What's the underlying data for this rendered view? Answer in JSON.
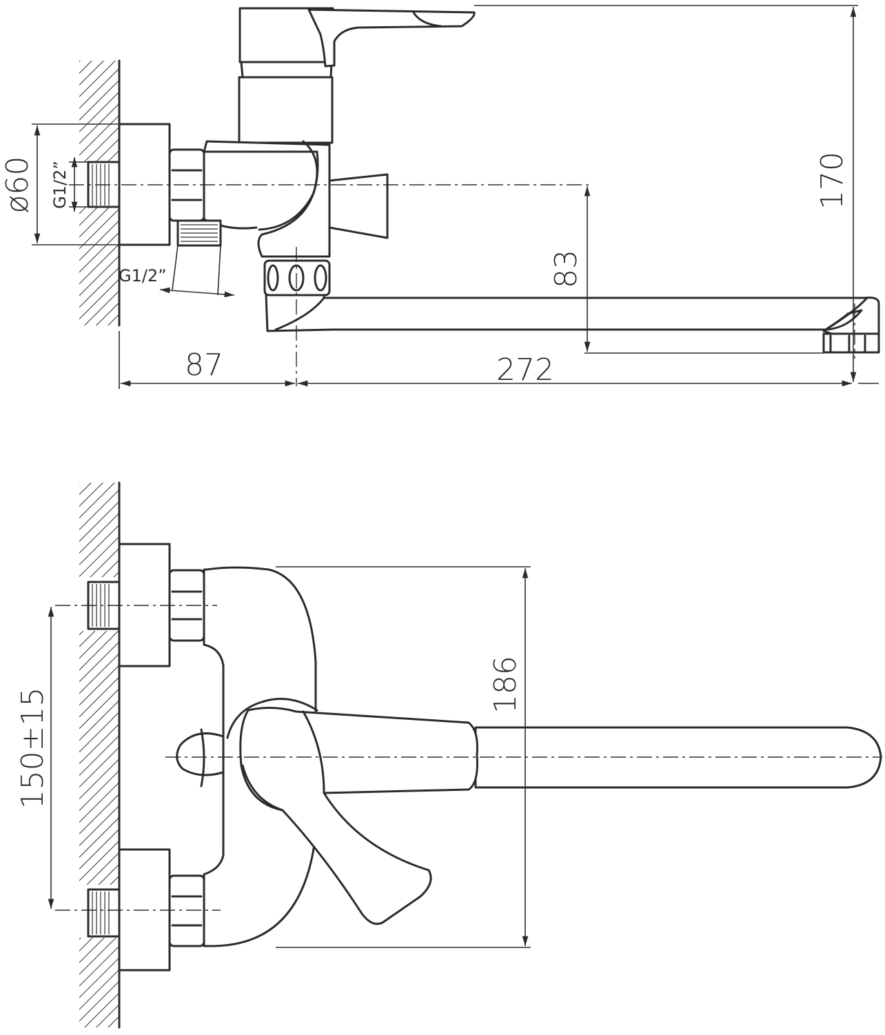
{
  "side_view": {
    "dims": {
      "diameter": "ø60",
      "inlet_thread": "G1/2”",
      "outlet_thread": "G1/2”",
      "height": "170",
      "spout_drop": "83",
      "wall_offset": "87",
      "spout_reach": "272"
    }
  },
  "top_view": {
    "dims": {
      "centers": "150±15",
      "body_height": "186"
    }
  }
}
